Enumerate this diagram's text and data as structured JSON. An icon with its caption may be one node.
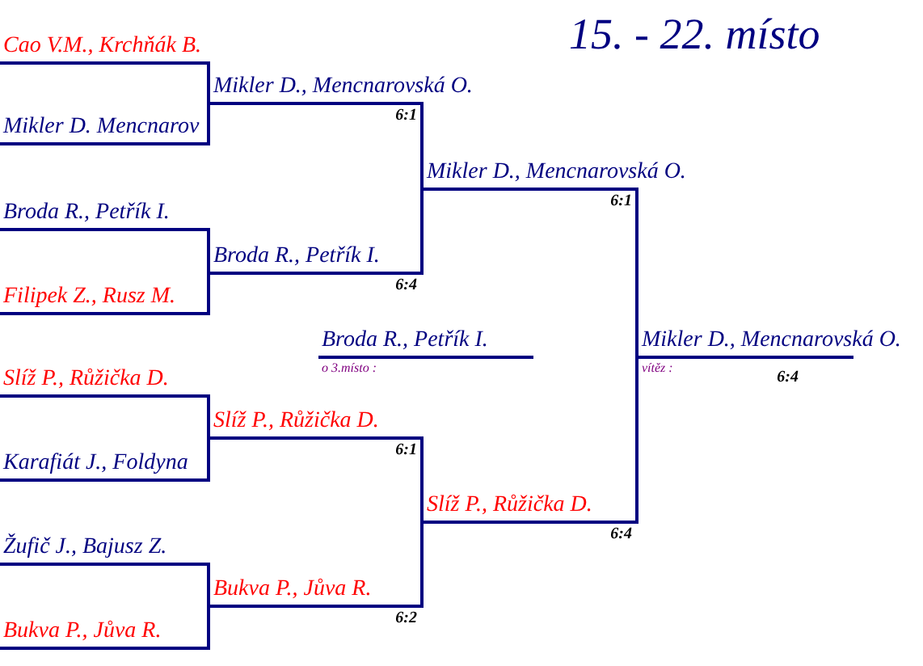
{
  "diagram": {
    "title": "15. - 22. místo",
    "nodes": [
      {
        "text": [
          "Cao V.M., Krchňák B."
        ]
      },
      {
        "text": [
          "Mikler D. Mencnarov"
        ]
      },
      {
        "text": [
          "Broda R., Petřík I."
        ]
      },
      {
        "text": [
          "Filipek Z., Rusz M."
        ]
      },
      {
        "text": [
          "Slíž P., Růžička D."
        ]
      },
      {
        "text": [
          "Karafiát J., Foldyna"
        ]
      },
      {
        "text": [
          "Žufič J., Bajusz Z."
        ]
      },
      {
        "text": [
          "Bukva P., Jůva R."
        ]
      },
      {
        "text": [
          "Mikler D., Mencnarovská O."
        ],
        "beside": [
          "6:1"
        ]
      },
      {
        "text": [
          "Broda R., Petřík I."
        ],
        "beside": [
          "6:4"
        ]
      },
      {
        "text": [
          "Slíž P., Růžička D."
        ],
        "beside": [
          "6:1"
        ]
      },
      {
        "text": [
          "Bukva P., Jůva R."
        ],
        "beside": [
          "6:2"
        ]
      },
      {
        "text": [
          "Mikler D., Mencnarovská O."
        ],
        "beside": [
          "6:1"
        ]
      },
      {
        "text": [
          "Slíž P., Růžička D."
        ],
        "beside": [
          "6:4"
        ]
      },
      {
        "text": [
          "Mikler D., Mencnarovská O."
        ],
        "beside": [
          "vítěz :",
          "6:4"
        ]
      },
      {
        "text": [
          "Broda R., Petřík I."
        ],
        "beside": [
          "o 3.místo :"
        ]
      }
    ],
    "edges": [
      {
        "from": 0,
        "to": 8,
        "arrow": "none"
      },
      {
        "from": 1,
        "to": 8,
        "arrow": "none"
      },
      {
        "from": 2,
        "to": 9,
        "arrow": "none"
      },
      {
        "from": 3,
        "to": 9,
        "arrow": "none"
      },
      {
        "from": 4,
        "to": 10,
        "arrow": "none"
      },
      {
        "from": 5,
        "to": 10,
        "arrow": "none"
      },
      {
        "from": 6,
        "to": 11,
        "arrow": "none"
      },
      {
        "from": 7,
        "to": 11,
        "arrow": "none"
      },
      {
        "from": 8,
        "to": 12,
        "arrow": "none"
      },
      {
        "from": 9,
        "to": 12,
        "arrow": "none"
      },
      {
        "from": 10,
        "to": 13,
        "arrow": "none"
      },
      {
        "from": 11,
        "to": 13,
        "arrow": "none"
      },
      {
        "from": 12,
        "to": 14,
        "arrow": "none"
      },
      {
        "from": 13,
        "to": 14,
        "arrow": "none"
      }
    ]
  }
}
